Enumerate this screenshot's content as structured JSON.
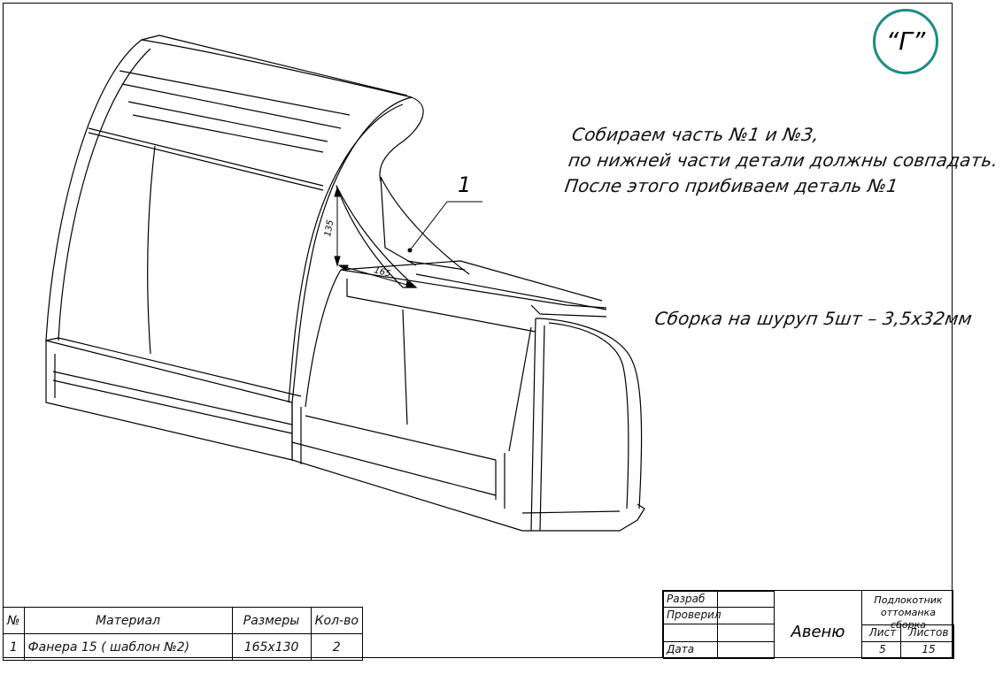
{
  "stamp_letter": "“Г”",
  "callout_number": "1",
  "notes": {
    "line1": "Собираем часть №1 и №3,",
    "line2": "по нижней части детали должны совпадать.",
    "line3": "После этого прибиваем деталь №1",
    "screw": "Сборка на шуруп 5шт – 3,5х32мм"
  },
  "dimensions": {
    "vertical": "135",
    "horizontal": "165"
  },
  "materials_table": {
    "headers": [
      "№",
      "Материал",
      "Размеры",
      "Кол-во"
    ],
    "rows": [
      [
        "1",
        "Фанера 15 ( шаблон №2)",
        "165х130",
        "2"
      ]
    ]
  },
  "title_block": {
    "developed": "Разраб",
    "checked": "Проверил",
    "date": "Дата",
    "organization": "Авеню",
    "title_line1": "Подлокотник",
    "title_line2": "оттоманка сборка",
    "sheet_label": "Лист",
    "sheets_label": "Листов",
    "sheet": "5",
    "sheets": "15"
  },
  "colors": {
    "stamp_ring": "#1b8d85",
    "lines": "#000000"
  }
}
